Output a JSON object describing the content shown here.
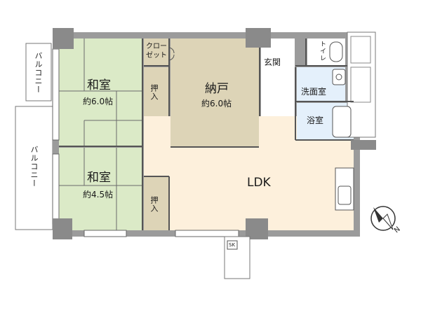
{
  "rooms": {
    "washitsu_a": {
      "name": "和室",
      "size": "約6.0帖"
    },
    "washitsu_b": {
      "name": "和室",
      "size": "約4.5帖"
    },
    "nando": {
      "name": "納戸",
      "size": "約6.0帖"
    },
    "ldk": {
      "name": "LDK"
    },
    "closet": {
      "line1": "クロー",
      "line2": "ゼット"
    },
    "oshiire_top": {
      "name": "押入"
    },
    "oshiire_bottom": {
      "name": "押入"
    },
    "genkan": {
      "name": "玄関"
    },
    "toilet": {
      "name": "トイレ"
    },
    "senmenshitsu": {
      "name": "洗面室"
    },
    "yokushitsu": {
      "name": "浴室"
    },
    "balcony_top": {
      "name": "バルコニー"
    },
    "balcony_bottom": {
      "name": "バルコニー"
    },
    "sk": {
      "name": "SK"
    }
  },
  "compass": {
    "label": "N"
  },
  "colors": {
    "tatami": "#dbeac7",
    "storage": "#ddd4b7",
    "ldk": "#fdf0dc",
    "wet": "#e4f0fb",
    "wall": "#9b9b9b",
    "wall_dark": "#8a8a8a",
    "line": "#555555"
  }
}
